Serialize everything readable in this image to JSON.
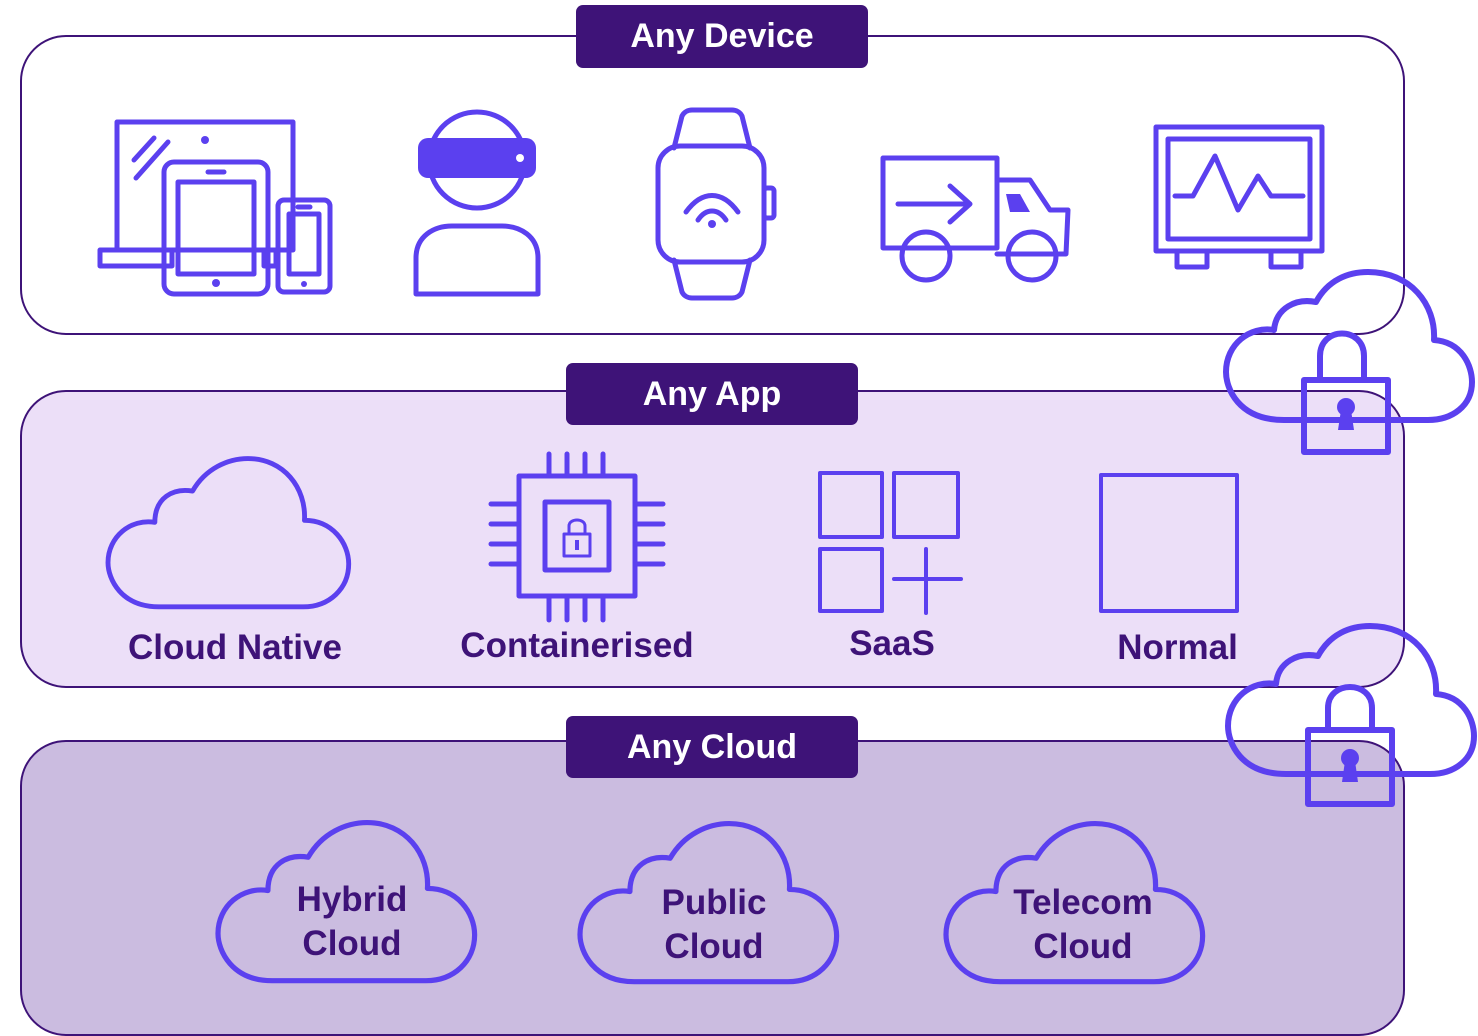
{
  "colors": {
    "accent": "#5b40ef",
    "dark": "#3e1378",
    "device_bg": "#ffffff",
    "app_bg": "#ecdff8",
    "cloud_bg": "#cbbce0"
  },
  "sections": {
    "device": {
      "title": "Any Device",
      "icons": [
        "devices-icon",
        "vr-headset-user-icon",
        "smartwatch-wifi-icon",
        "delivery-truck-icon",
        "monitor-signal-icon"
      ]
    },
    "app": {
      "title": "Any App",
      "items": [
        {
          "label": "Cloud Native",
          "icon": "cloud-icon"
        },
        {
          "label": "Containerised",
          "icon": "secure-chip-icon"
        },
        {
          "label": "SaaS",
          "icon": "app-grid-icon"
        },
        {
          "label": "Normal",
          "icon": "square-icon"
        }
      ]
    },
    "cloud": {
      "title": "Any Cloud",
      "items": [
        {
          "line1": "Hybrid",
          "line2": "Cloud",
          "icon": "cloud-icon"
        },
        {
          "line1": "Public",
          "line2": "Cloud",
          "icon": "cloud-icon"
        },
        {
          "line1": "Telecom",
          "line2": "Cloud",
          "icon": "cloud-icon"
        }
      ]
    }
  },
  "badges": [
    "cloud-lock-icon",
    "cloud-lock-icon"
  ]
}
